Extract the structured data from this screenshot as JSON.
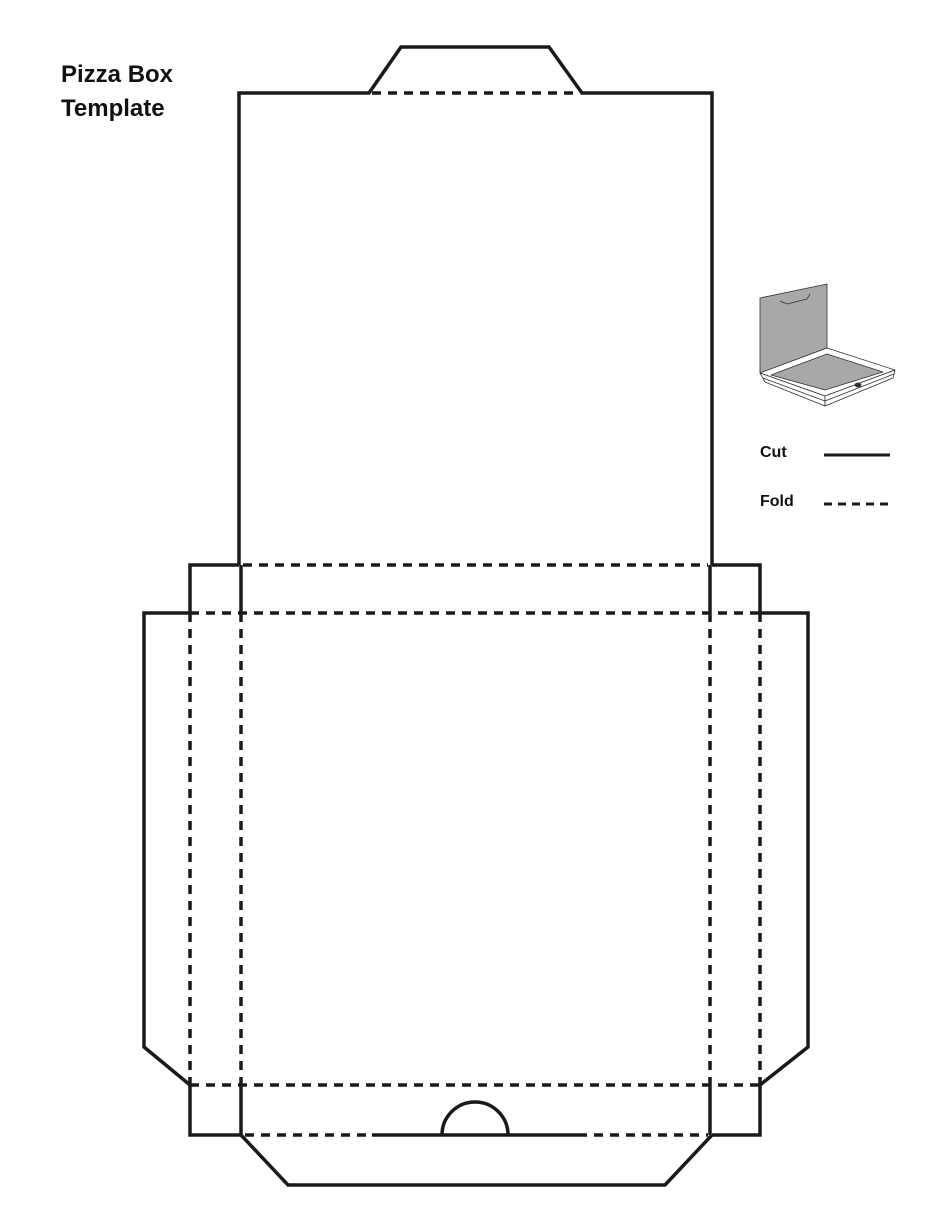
{
  "title": {
    "line1": "Pizza Box",
    "line2": "Template"
  },
  "legend": {
    "items": [
      {
        "label": "Cut",
        "style": "solid"
      },
      {
        "label": "Fold",
        "style": "dashed"
      }
    ]
  },
  "colors": {
    "line": "#1a1a1a",
    "preview_fill": "#a8a8a8",
    "background": "#ffffff"
  },
  "diagram": {
    "description": "Pizza box die-cut net with lid, base, side flaps, front tab and thumb notch",
    "preview_icon": "open-pizza-box-illustration"
  }
}
